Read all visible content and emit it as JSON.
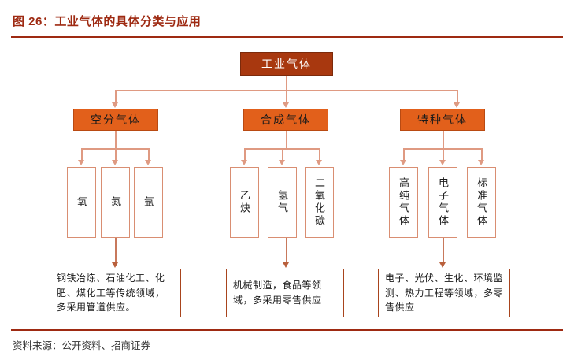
{
  "figure": {
    "label": "图 26：",
    "title": "工业气体的具体分类与应用",
    "full_title": "图 26：工业气体的具体分类与应用",
    "source": "资料来源：公开资料、招商证券"
  },
  "colors": {
    "title_red": "#9e2a12",
    "root_fill": "#a8380f",
    "level2_fill": "#e2601b",
    "leaf_border": "#d98e72",
    "app_border": "#a8441d",
    "connector": "#df9a82",
    "background": "#ffffff"
  },
  "diagram": {
    "type": "tree",
    "root": {
      "label": "工业气体"
    },
    "branches": [
      {
        "label": "空分气体",
        "leaves": [
          {
            "label": "氧"
          },
          {
            "label": "氮"
          },
          {
            "label": "氩"
          }
        ],
        "application": "钢铁冶炼、石油化工、化肥、煤化工等传统领域，多采用管道供应。"
      },
      {
        "label": "合成气体",
        "leaves": [
          {
            "label": "乙炔"
          },
          {
            "label": "氢气"
          },
          {
            "label": "二氧化碳"
          }
        ],
        "application": "机械制造，食品等领域，多采用零售供应"
      },
      {
        "label": "特种气体",
        "leaves": [
          {
            "label": "高纯气体"
          },
          {
            "label": "电子气体"
          },
          {
            "label": "标准气体"
          }
        ],
        "application": "电子、光伏、生化、环境监测、热力工程等领域，多零售供应"
      }
    ]
  }
}
